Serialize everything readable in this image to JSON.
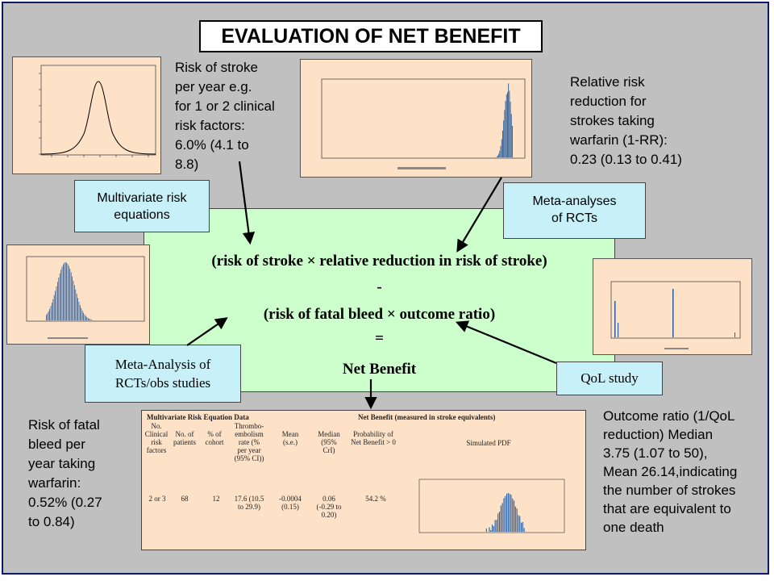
{
  "title": "EVALUATION OF NET BENEFIT",
  "annotations": {
    "stroke_risk": [
      "Risk of stroke",
      "per year e.g.",
      "for 1 or 2 clinical",
      "risk factors:",
      "6.0% (4.1 to",
      "8.8)"
    ],
    "rrr": [
      "Relative risk",
      "reduction for",
      "strokes taking",
      "warfarin (1-RR):",
      "0.23 (0.13 to 0.41)"
    ],
    "bleed_risk": [
      "Risk of fatal",
      "bleed per",
      "year taking",
      "warfarin:",
      "0.52% (0.27",
      "to 0.84)"
    ],
    "outcome_ratio": [
      "Outcome ratio (1/QoL",
      "reduction) Median",
      "3.75 (1.07 to 50),",
      "Mean 26.14,indicating",
      "the number of strokes",
      "that are equivalent to",
      "one death"
    ]
  },
  "boxes": {
    "multivariate": [
      "Multivariate risk",
      "equations"
    ],
    "meta_rct": [
      "Meta-analyses",
      "of RCTs"
    ],
    "meta_obs": [
      "Meta-Analysis of",
      "RCTs/obs studies"
    ],
    "qol": "QoL study"
  },
  "formula": {
    "line1": "(risk of stroke × relative reduction in risk of stroke)",
    "minus": "-",
    "line2": "(risk of fatal bleed × outcome ratio)",
    "equals": "=",
    "result": "Net Benefit"
  },
  "table": {
    "left_title": "Multivariate Risk Equation Data",
    "right_title": "Net Benefit (measured in stroke equivalents)",
    "headers": {
      "clinical": [
        "No.",
        "Clinical",
        "risk",
        "factors"
      ],
      "patients": [
        "No. of",
        "patients"
      ],
      "cohort": [
        "% of",
        "cohort"
      ],
      "rate": [
        "Thrombo-",
        "embolism",
        "rate (%",
        "per year",
        "(95% CI))"
      ],
      "mean": [
        "Mean",
        "(s.e.)"
      ],
      "median": [
        "Median",
        "(95%",
        "CrI)"
      ],
      "prob": [
        "Probability of",
        "Net",
        "Benefit > 0"
      ],
      "pdf": "Simulated PDF"
    },
    "row": {
      "clinical": "2 or 3",
      "patients": "68",
      "cohort": "12",
      "rate": [
        "17.6 (10.5",
        "to 29.9)"
      ],
      "mean": [
        "-0.0004",
        "(0.15)"
      ],
      "median": [
        "0.06",
        "(-0.29 to",
        "0.20)"
      ],
      "prob": "54.2 %"
    }
  },
  "colors": {
    "background": "#c0c0c0",
    "frame_border": "#0a1a66",
    "thumbnail": "#fde2c8",
    "cyan_box": "#c7f0f8",
    "green_box": "#ccffcc",
    "histogram_bar": "#2b5e9e"
  }
}
